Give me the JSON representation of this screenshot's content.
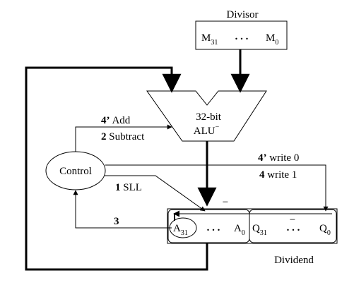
{
  "divisor": {
    "title": "Divisor",
    "msb": "M",
    "msb_sub": "31",
    "dots": ". . .",
    "lsb": "M",
    "lsb_sub": "0"
  },
  "alu": {
    "line1": "32-bit",
    "line2": "ALU",
    "sup": "−"
  },
  "control": {
    "label": "Control"
  },
  "signals": {
    "add_num": "4’",
    "add_text": "Add",
    "sub_num": "2",
    "sub_text": "Subtract",
    "write0_num": "4’",
    "write0_text": "write 0",
    "write1_num": "4",
    "write1_text": "write 1",
    "sll_num": "1",
    "sll_text": "SLL",
    "step3": "3"
  },
  "register": {
    "a_msb": "A",
    "a_msb_sub": "31",
    "a_dots": ". . .",
    "a_lsb": "A",
    "a_lsb_sub": "0",
    "q_msb": "Q",
    "q_msb_sub": "31",
    "q_dots": ". . .",
    "q_lsb": "Q",
    "q_lsb_sub": "0",
    "bar1": "−",
    "bar2": "−"
  },
  "dividend": {
    "label": "Dividend"
  }
}
